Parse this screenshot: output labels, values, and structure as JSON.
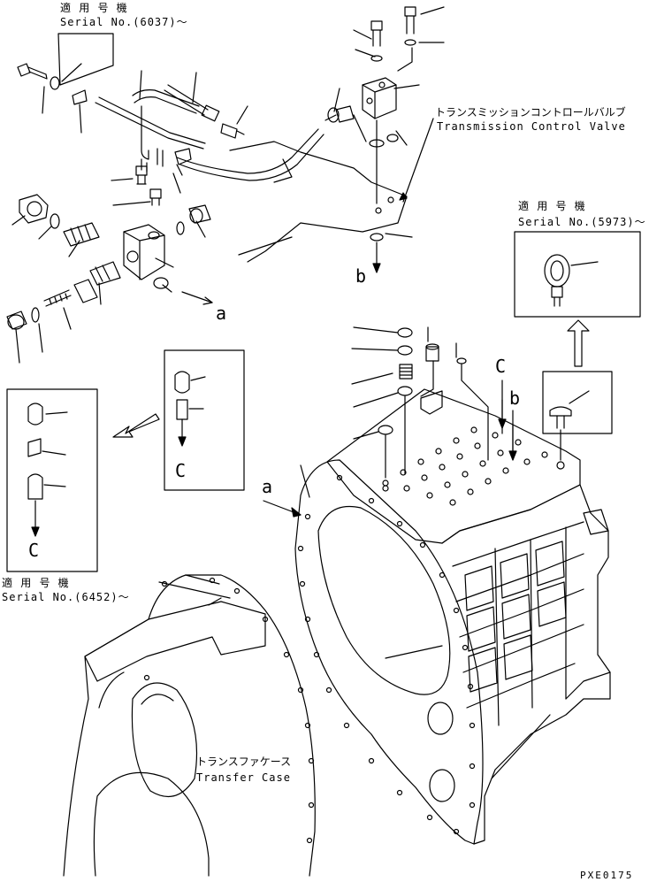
{
  "labels": {
    "serial_6037_jp": "適 用 号 機",
    "serial_6037": "Serial No.(6037)～",
    "tcv_jp": "トランスミッションコントロールバルブ",
    "tcv_en": "Transmission Control Valve",
    "serial_5973_jp": "適 用 号 機",
    "serial_5973": "Serial No.(5973)～",
    "serial_6452_jp": "適 用 号 機",
    "serial_6452": "Serial No.(6452)～",
    "transfer_jp": "トランスファケース",
    "transfer_en": "Transfer Case",
    "drawing_code": "PXE0175"
  },
  "markers": {
    "a": "a",
    "b": "b",
    "c": "C"
  },
  "colors": {
    "line": "#000000",
    "background": "#ffffff"
  }
}
